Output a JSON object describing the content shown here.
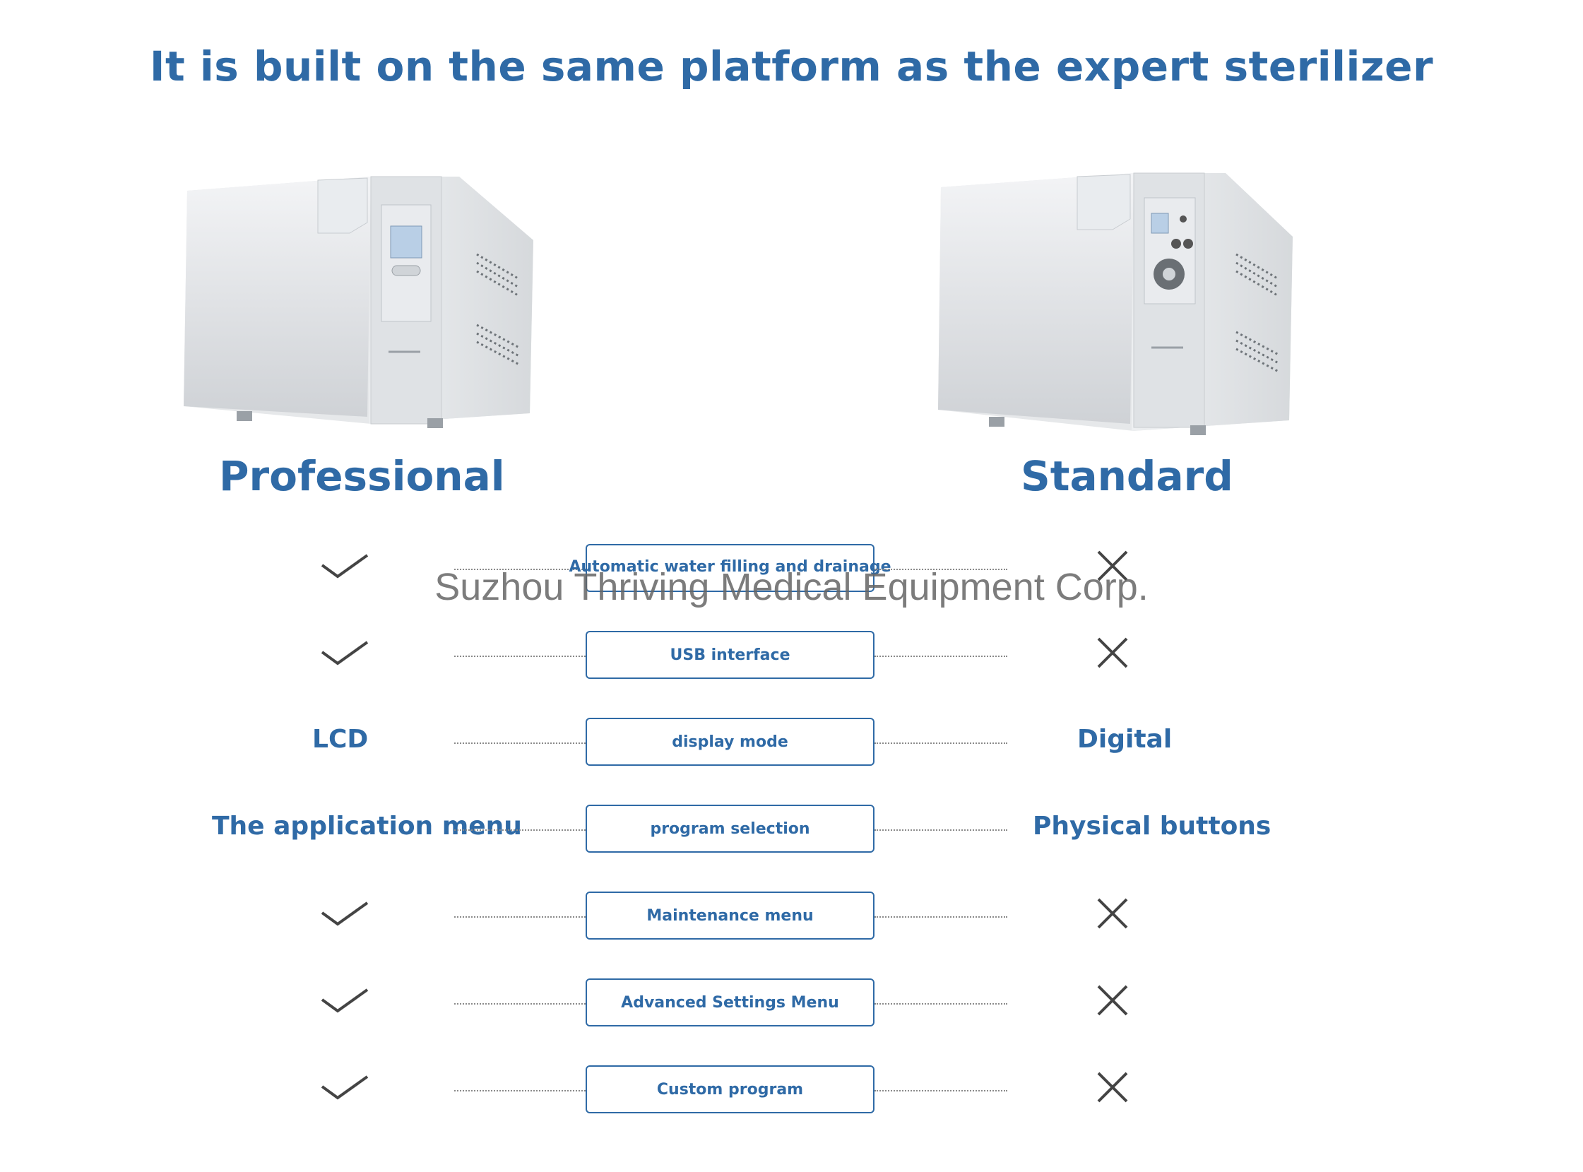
{
  "title": "It is built on the same platform as the expert sterilizer",
  "models": {
    "professional": "Professional",
    "standard": "Standard"
  },
  "watermark": "Suzhou Thriving Medical Equipment Corp.",
  "rows": [
    {
      "feature": "Automatic water filling and drainage",
      "professional": "check-icon",
      "standard": "cross-icon"
    },
    {
      "feature": "USB interface",
      "professional": "check-icon",
      "standard": "cross-icon"
    },
    {
      "feature": "display mode",
      "professional": "LCD",
      "standard": "Digital"
    },
    {
      "feature": "program selection",
      "professional": "The application menu",
      "standard": "Physical buttons"
    },
    {
      "feature": "Maintenance menu",
      "professional": "check-icon",
      "standard": "cross-icon"
    },
    {
      "feature": "Advanced Settings Menu",
      "professional": "check-icon",
      "standard": "cross-icon"
    },
    {
      "feature": "Custom program",
      "professional": "check-icon",
      "standard": "cross-icon"
    }
  ],
  "colors": {
    "accent": "#2f6aa6",
    "mark": "#444444"
  }
}
